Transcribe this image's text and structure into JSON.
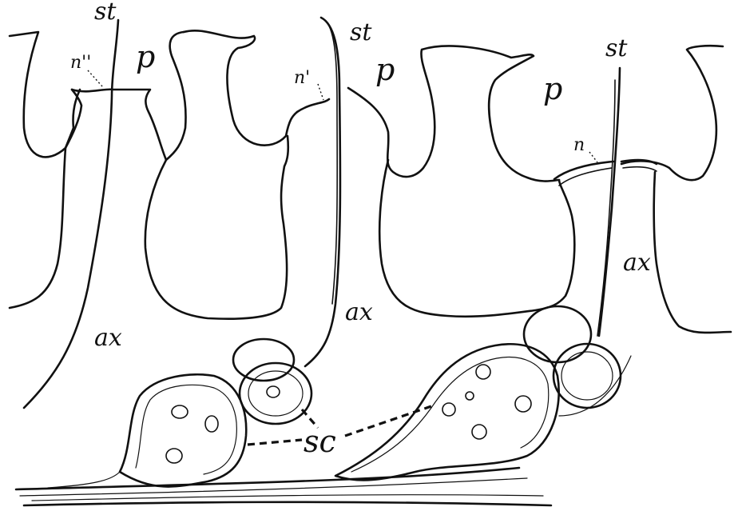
{
  "labels": {
    "st_1": "st",
    "st_2": "st",
    "st_3": "st",
    "p_1": "p",
    "p_2": "p",
    "p_3": "p",
    "n_1": "n''",
    "n_2": "n'",
    "n_3": "n",
    "ax_1": "ax",
    "ax_2": "ax",
    "ax_3": "ax",
    "sc": "sc"
  }
}
